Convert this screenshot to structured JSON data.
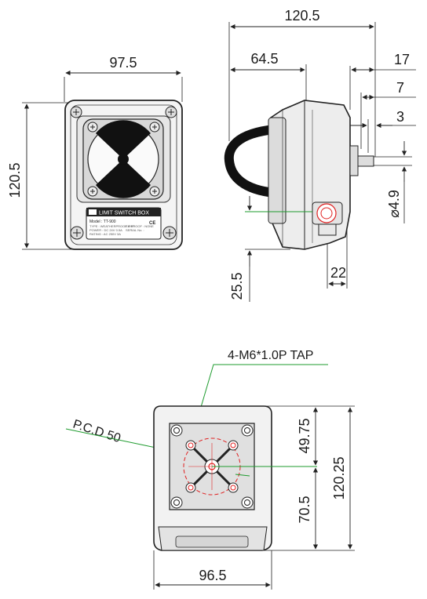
{
  "front_view": {
    "width_dim": "97.5",
    "height_dim": "120.5",
    "nameplate": {
      "title": "LIMIT SWITCH BOX",
      "model_line": "Model : TT-900",
      "spec_lines": [
        "TYPE : WEATHERPROOF IP67",
        "POWER : DC 24V 0.5A",
        "RATING : AC 250V 3A",
        "EX-PROOF : NONE",
        "SERIAL No. :"
      ]
    }
  },
  "side_view": {
    "overall_dim": "120.5",
    "body_dim": "64.5",
    "shaft_dim_17": "17",
    "shaft_dim_7": "7",
    "shaft_dim_3": "3",
    "shaft_dia": "⌀4.9",
    "port_dim": "22",
    "port_height_dim": "25.5"
  },
  "bottom_view": {
    "tap_label": "4-M6*1.0P TAP",
    "pcd_label": "P.C.D 50",
    "width_dim": "96.5",
    "dim_49_75": "49.75",
    "dim_70_5": "70.5",
    "dim_120_25": "120.25"
  },
  "colors": {
    "line": "#222222",
    "leader": "#1e9b2e",
    "pcd": "#e02020"
  }
}
